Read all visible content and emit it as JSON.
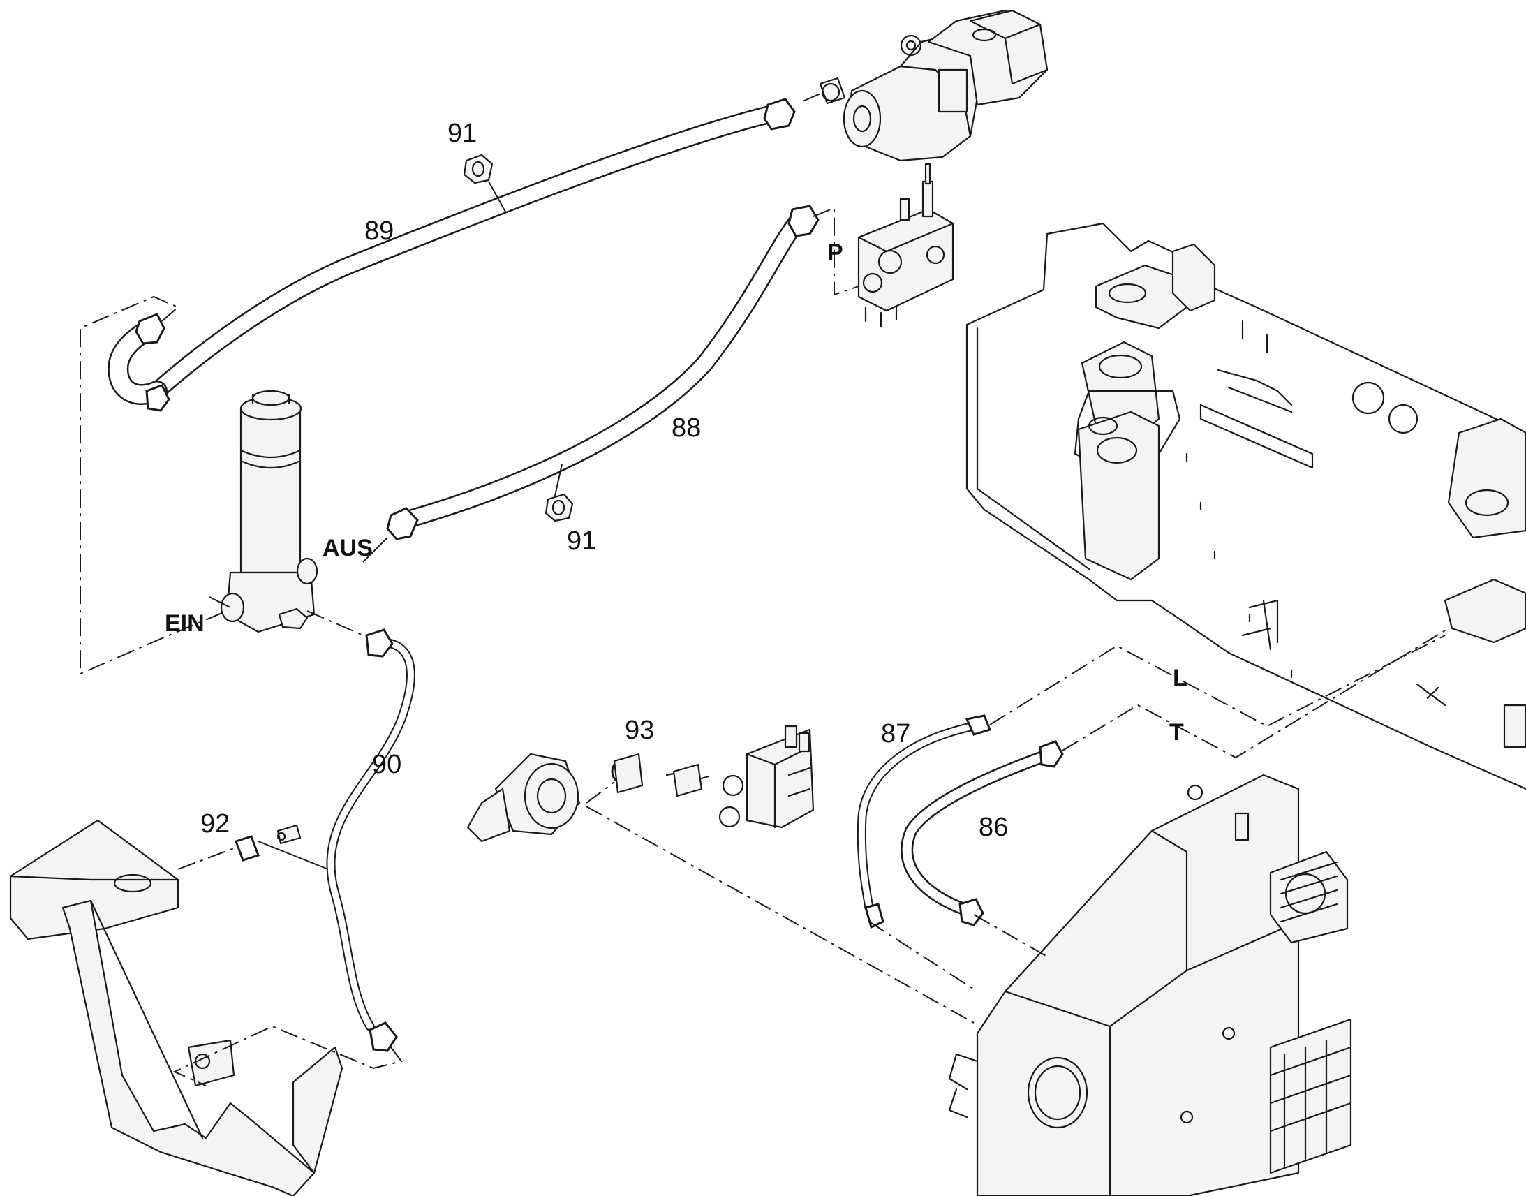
{
  "callouts": {
    "c86": "86",
    "c87": "87",
    "c88": "88",
    "c89": "89",
    "c90": "90",
    "c91a": "91",
    "c91b": "91",
    "c92": "92",
    "c93": "93"
  },
  "ports": {
    "aus": "AUS",
    "ein": "EIN",
    "p": "P",
    "l": "L",
    "t": "T"
  }
}
